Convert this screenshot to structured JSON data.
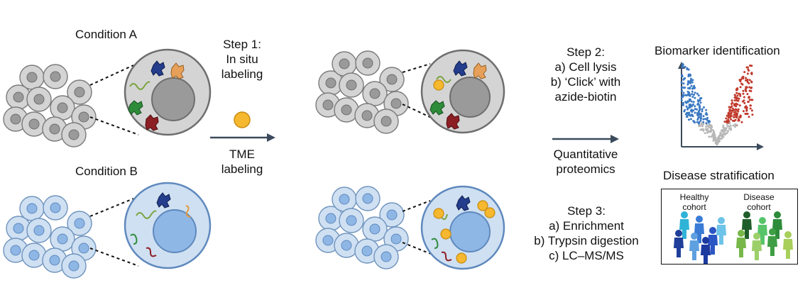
{
  "labels": {
    "condition_a": "Condition A",
    "condition_b": "Condition B",
    "step1_line1": "Step 1:",
    "step1_line2": "In situ",
    "step1_line3": "labeling",
    "tme_line1": "TME",
    "tme_line2": "labeling",
    "step2_line1": "Step 2:",
    "step2_line2": "a) Cell lysis",
    "step2_line3": "b) ‘Click’ with",
    "step2_line4": "azide-biotin",
    "quant_line1": "Quantitative",
    "quant_line2": "proteomics",
    "step3_line1": "Step 3:",
    "step3_line2": "a) Enrichment",
    "step3_line3": "b) Trypsin digestion",
    "step3_line4": "c) LC–MS/MS",
    "biomarker_title": "Biomarker identification",
    "disease_title": "Disease stratification",
    "healthy_line1": "Healthy",
    "healthy_line2": "cohort",
    "disease_line1": "Disease",
    "disease_line2": "cohort"
  },
  "colors": {
    "grey_cell_fill": "#d3d3d3",
    "grey_nucleus": "#9a9a9a",
    "blue_cell_fill": "#cfe0f2",
    "blue_nucleus": "#8fb7e6",
    "probe": "#f5b82e",
    "volcano_down": "#3a78c2",
    "volcano_up": "#c0392b",
    "volcano_ns": "#b8b8b8"
  },
  "icons": [
    "protein-navy-icon",
    "protein-orange-icon",
    "protein-green-icon",
    "protein-red-icon",
    "peptide-squiggle-icon",
    "probe-dot-icon",
    "person-icon"
  ]
}
